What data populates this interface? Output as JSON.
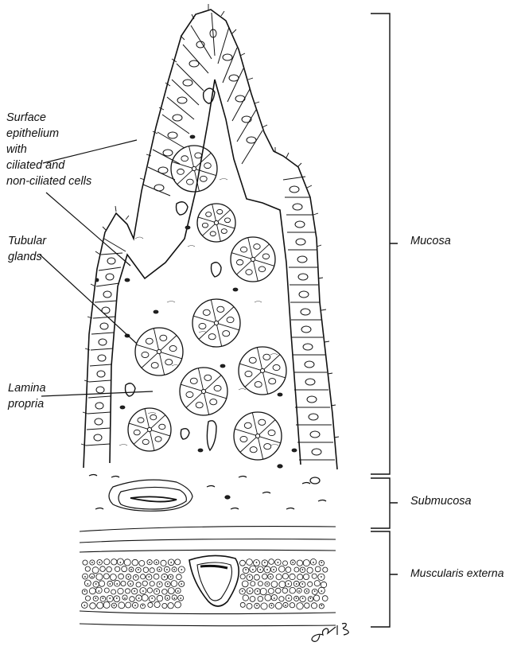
{
  "labels": {
    "surface_epithelium": [
      "Surface",
      "epithelium",
      "with",
      "ciliated and",
      "non-ciliated cells"
    ],
    "tubular_glands": [
      "Tubular",
      "glands"
    ],
    "lamina_propria": [
      "Lamina",
      "propria"
    ]
  },
  "layers": {
    "mucosa": "Mucosa",
    "submucosa": "Submucosa",
    "muscularis_externa": "Muscularis externa"
  },
  "signature": "Ja-13",
  "colors": {
    "ink": "#111111",
    "background": "#ffffff"
  }
}
